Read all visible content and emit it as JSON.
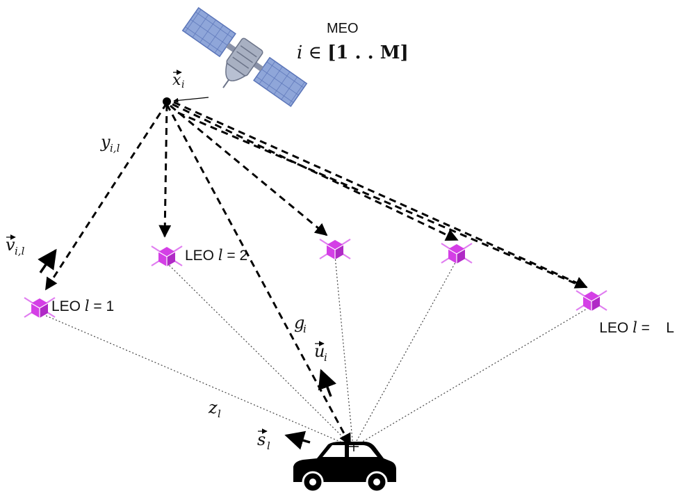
{
  "meo": {
    "label": "MEO",
    "index_prefix": "i ∈ ",
    "index_range": "[1 . . M]",
    "position_label": "x",
    "position_sub": "i"
  },
  "link_labels": {
    "y": "y",
    "y_sub": "i,l",
    "v": "v",
    "v_sub": "i,l",
    "g": "g",
    "g_sub": "i",
    "u": "u",
    "u_sub": "i",
    "z": "z",
    "z_sub": "l",
    "s": "s",
    "s_sub": "l"
  },
  "leo_labels": [
    {
      "prefix": "LEO ",
      "var": "l",
      "suffix": " = 1"
    },
    {
      "prefix": "LEO ",
      "var": "l",
      "suffix": " = 2"
    },
    {
      "prefix": "LEO ",
      "var": "l",
      "suffix": " =    L"
    }
  ],
  "colors": {
    "leo_fill": "#d43fe6",
    "leo_dark": "#9a1eb0",
    "meo_panel": "#8fa6d9",
    "meo_panel_grid": "#5a74b8",
    "meo_body": "#9aa2b4",
    "line": "#000000"
  },
  "icons": [
    "meo-satellite-icon",
    "leo-satellite-icon",
    "car-icon"
  ]
}
